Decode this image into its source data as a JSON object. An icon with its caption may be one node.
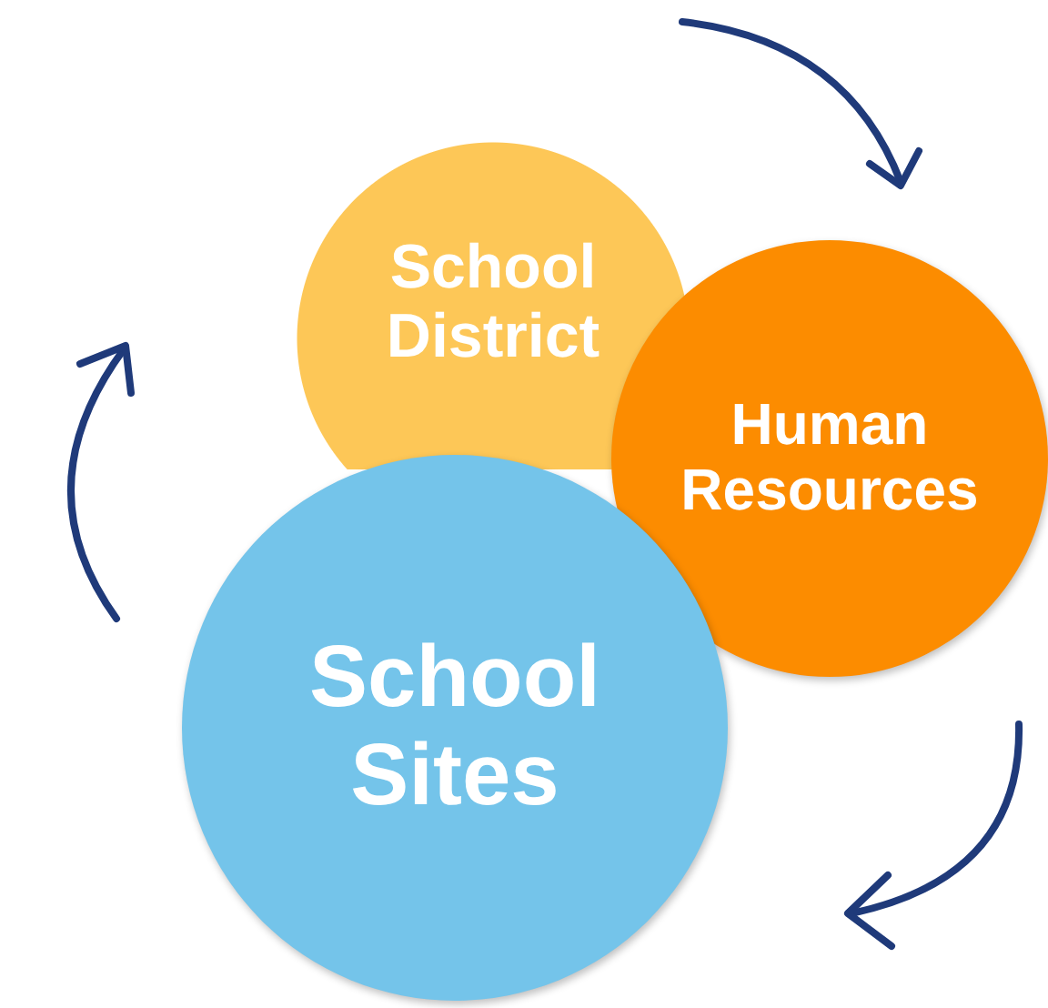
{
  "diagram": {
    "nodes": [
      {
        "text": [
          "School District"
        ]
      },
      {
        "text": [
          "Human Resources"
        ]
      },
      {
        "text": [
          "School Sites"
        ]
      }
    ]
  }
}
